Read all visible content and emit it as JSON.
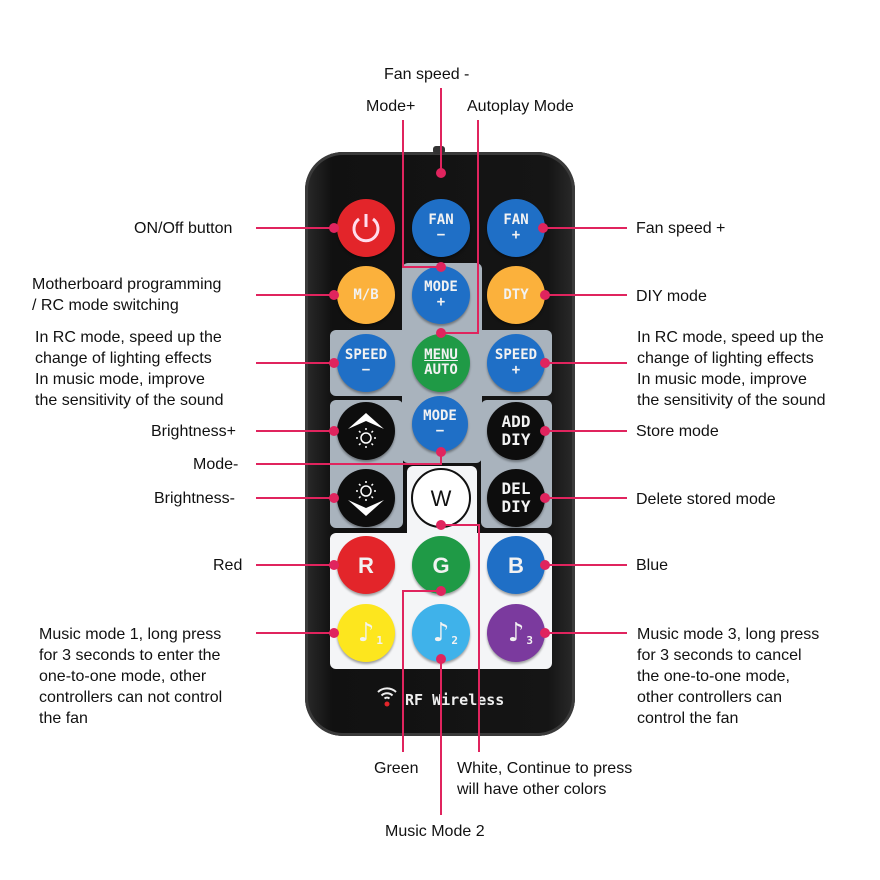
{
  "labels": {
    "fan_speed_minus": "Fan speed -",
    "mode_plus": "Mode+",
    "autoplay": "Autoplay Mode",
    "on_off": "ON/Off button",
    "fan_speed_plus": "Fan speed +",
    "mb_line1": "Motherboard programming",
    "mb_line2": "/ RC mode switching",
    "diy_mode": "DIY mode",
    "speed_l1": "In RC mode, speed up the",
    "speed_l2": "change of lighting effects",
    "speed_l3": "In music mode, improve",
    "speed_l4": "the sensitivity of the sound",
    "brightness_plus": "Brightness+",
    "store_mode": "Store mode",
    "mode_minus": "Mode-",
    "brightness_minus": "Brightness-",
    "delete_mode": "Delete stored mode",
    "red": "Red",
    "blue": "Blue",
    "music1_l1": "Music mode 1, long press",
    "music1_l2": "for 3 seconds to enter the",
    "music1_l3": "one-to-one mode, other",
    "music1_l4": "controllers can not control",
    "music1_l5": "the fan",
    "music3_l1": "Music mode 3, long press",
    "music3_l2": "for 3 seconds to cancel",
    "music3_l3": "the one-to-one mode,",
    "music3_l4": "other controllers can",
    "music3_l5": "control the fan",
    "green": "Green",
    "white_l1": "White, Continue to press",
    "white_l2": "will have other colors",
    "music2": "Music Mode 2"
  },
  "buttons": {
    "fan_minus": [
      "FAN",
      "−"
    ],
    "fan_plus": [
      "FAN",
      "+"
    ],
    "mb": "M/B",
    "mode_plus": [
      "MODE",
      "+"
    ],
    "dty": "DTY",
    "speed_minus": [
      "SPEED",
      "−"
    ],
    "menu": [
      "MENU",
      "AUTO"
    ],
    "speed_plus": [
      "SPEED",
      "+"
    ],
    "mode_minus": [
      "MODE",
      "−"
    ],
    "add_diy": [
      "ADD",
      "DIY"
    ],
    "del_diy": [
      "DEL",
      "DIY"
    ],
    "w": "W",
    "r": "R",
    "g": "G",
    "b": "B",
    "m1": "1",
    "m2": "2",
    "m3": "3"
  },
  "brand": "RF Wireless",
  "colors": {
    "leader": "#e0245e"
  }
}
